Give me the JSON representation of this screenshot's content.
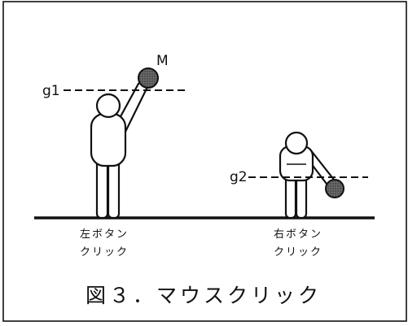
{
  "labels": {
    "mark_m": "M",
    "guide_1": "g1",
    "guide_2": "g2",
    "left_caption_line1": "左ボタン",
    "left_caption_line2": "クリック",
    "right_caption_line1": "右ボタン",
    "right_caption_line2": "クリック",
    "figure_caption": "図３．マウスクリック"
  },
  "colors": {
    "ink": "#111111",
    "ball_fill": "#555555"
  }
}
